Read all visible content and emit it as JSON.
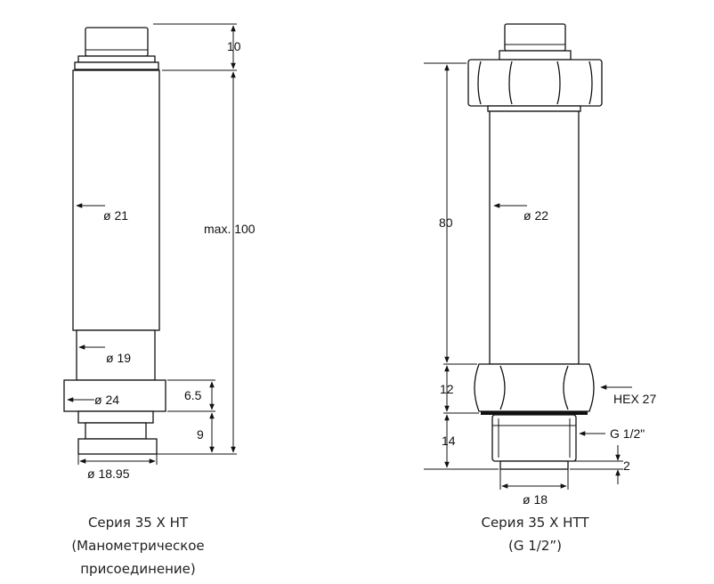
{
  "left": {
    "dims": {
      "top_cap": "10",
      "total": "max. 100",
      "body_dia": "ø 21",
      "neck_dia": "ø 19",
      "flange_dia": "ø 24",
      "flange_h": "6.5",
      "bottom_h": "9",
      "bottom_dia": "ø 18.95"
    },
    "caption": [
      "Серия 35 X HT",
      "(Манометрическое",
      "присоединение)"
    ]
  },
  "right": {
    "dims": {
      "body_h": "80",
      "body_dia": "ø 22",
      "hex_h": "12",
      "hex": "HEX 27",
      "thread_h": "14",
      "thread": "G 1/2\"",
      "thread_end": "2",
      "thread_dia": "ø 18"
    },
    "caption": [
      "Серия 35 X HTT",
      "(G 1/2”)"
    ]
  }
}
